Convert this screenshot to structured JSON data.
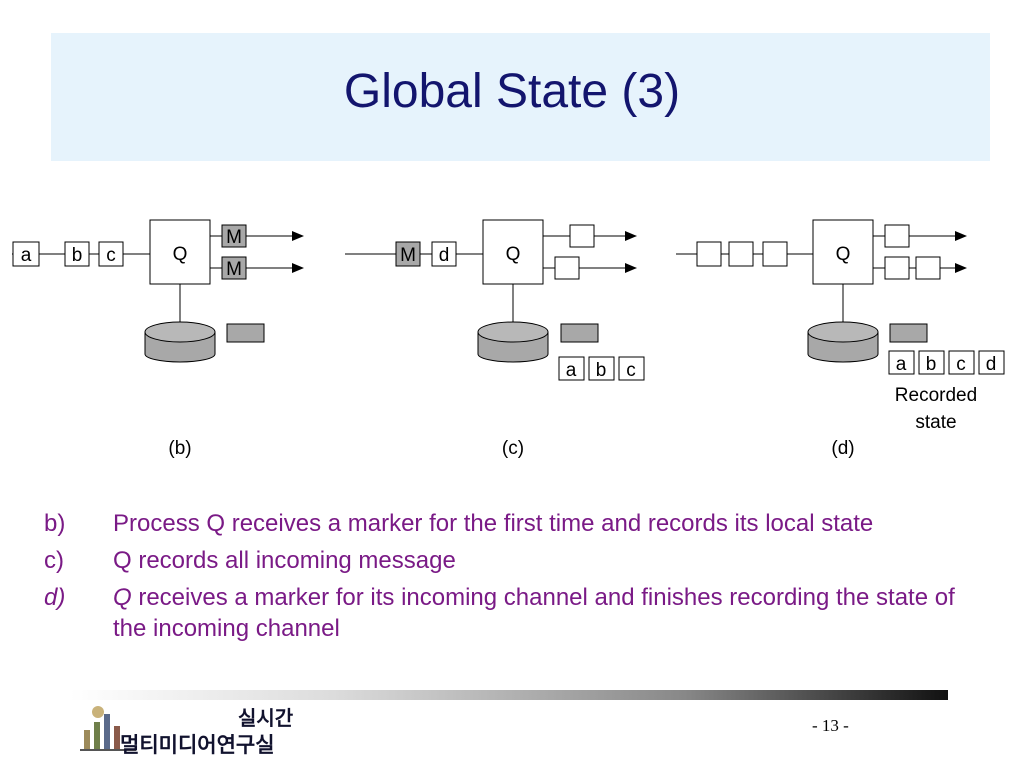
{
  "slide": {
    "title": "Global State (3)",
    "page_number": "- 13 -"
  },
  "diagram": {
    "process_label": "Q",
    "marker_label": "M",
    "recorded_label_line1": "Recorded",
    "recorded_label_line2": "state",
    "panels": [
      {
        "caption": "(b)",
        "incoming": [
          "a",
          "b",
          "c"
        ],
        "outgoing": [
          "M",
          "M"
        ],
        "recorded": []
      },
      {
        "caption": "(c)",
        "incoming": [
          "M",
          "d"
        ],
        "outgoing": [
          "",
          ""
        ],
        "recorded": [
          "a",
          "b",
          "c"
        ]
      },
      {
        "caption": "(d)",
        "incoming": [
          "",
          "",
          ""
        ],
        "outgoing": [
          "",
          ""
        ],
        "recorded": [
          "a",
          "b",
          "c",
          "d"
        ]
      }
    ]
  },
  "bullets": [
    {
      "marker": "b)",
      "text": "Process Q receives a marker for the first time and records its local state"
    },
    {
      "marker": "c)",
      "text": "Q records all incoming message"
    },
    {
      "marker": "d)",
      "lead": "Q",
      "text": " receives a marker for its incoming channel and finishes recording the state of the incoming channel"
    }
  ],
  "logo": {
    "line1": "실시간",
    "line2": "멀티미디어연구실"
  },
  "colors": {
    "title": "#13156e",
    "title_background": "#e6f3fc",
    "bullet_text": "#7a1a86",
    "marker_fill": "#a8a8a8"
  }
}
